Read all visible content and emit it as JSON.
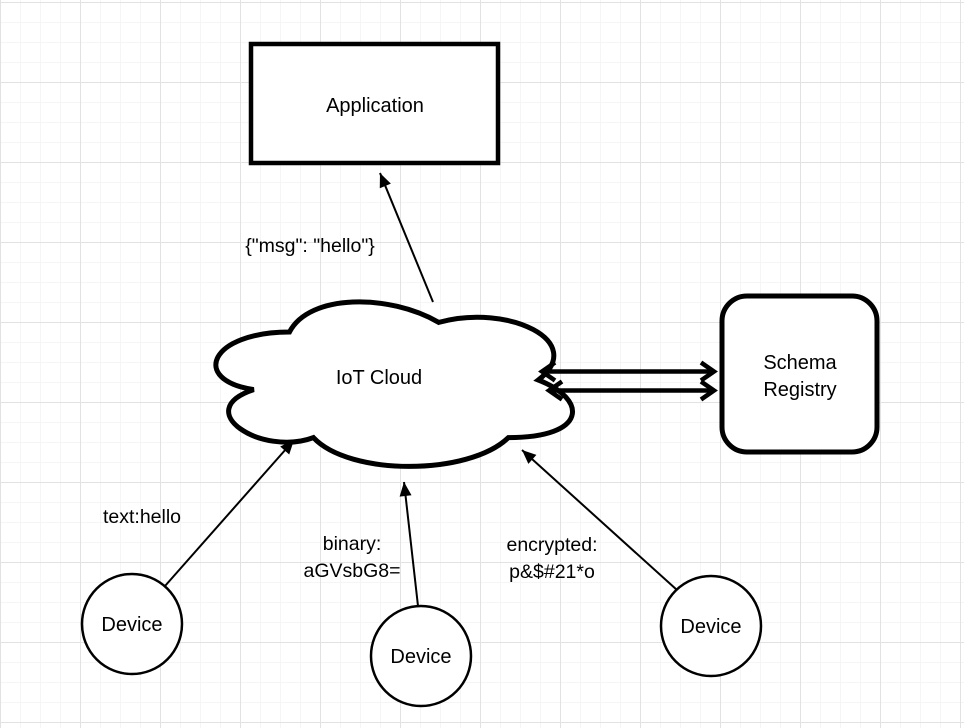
{
  "colors": {
    "background": "#ffffff",
    "grid_minor": "#f5f5f5",
    "grid_major": "#e2e2e2",
    "shape_stroke": "#000000",
    "shape_fill": "#ffffff",
    "text": "#000000"
  },
  "diagram": {
    "nodes": {
      "application": {
        "label": "Application"
      },
      "iot_cloud": {
        "label": "IoT Cloud"
      },
      "schema_registry": {
        "label_line1": "Schema",
        "label_line2": "Registry"
      },
      "device_left": {
        "label": "Device"
      },
      "device_middle": {
        "label": "Device"
      },
      "device_right": {
        "label": "Device"
      }
    },
    "edges": {
      "cloud_to_application": {
        "label": "{\"msg\": \"hello\"}"
      },
      "device_left_to_cloud": {
        "label": "text:hello"
      },
      "device_middle_to_cloud": {
        "label_line1": "binary:",
        "label_line2": "aGVsbG8="
      },
      "device_right_to_cloud": {
        "label_line1": "encrypted:",
        "label_line2": "p&$#21*o"
      }
    }
  }
}
